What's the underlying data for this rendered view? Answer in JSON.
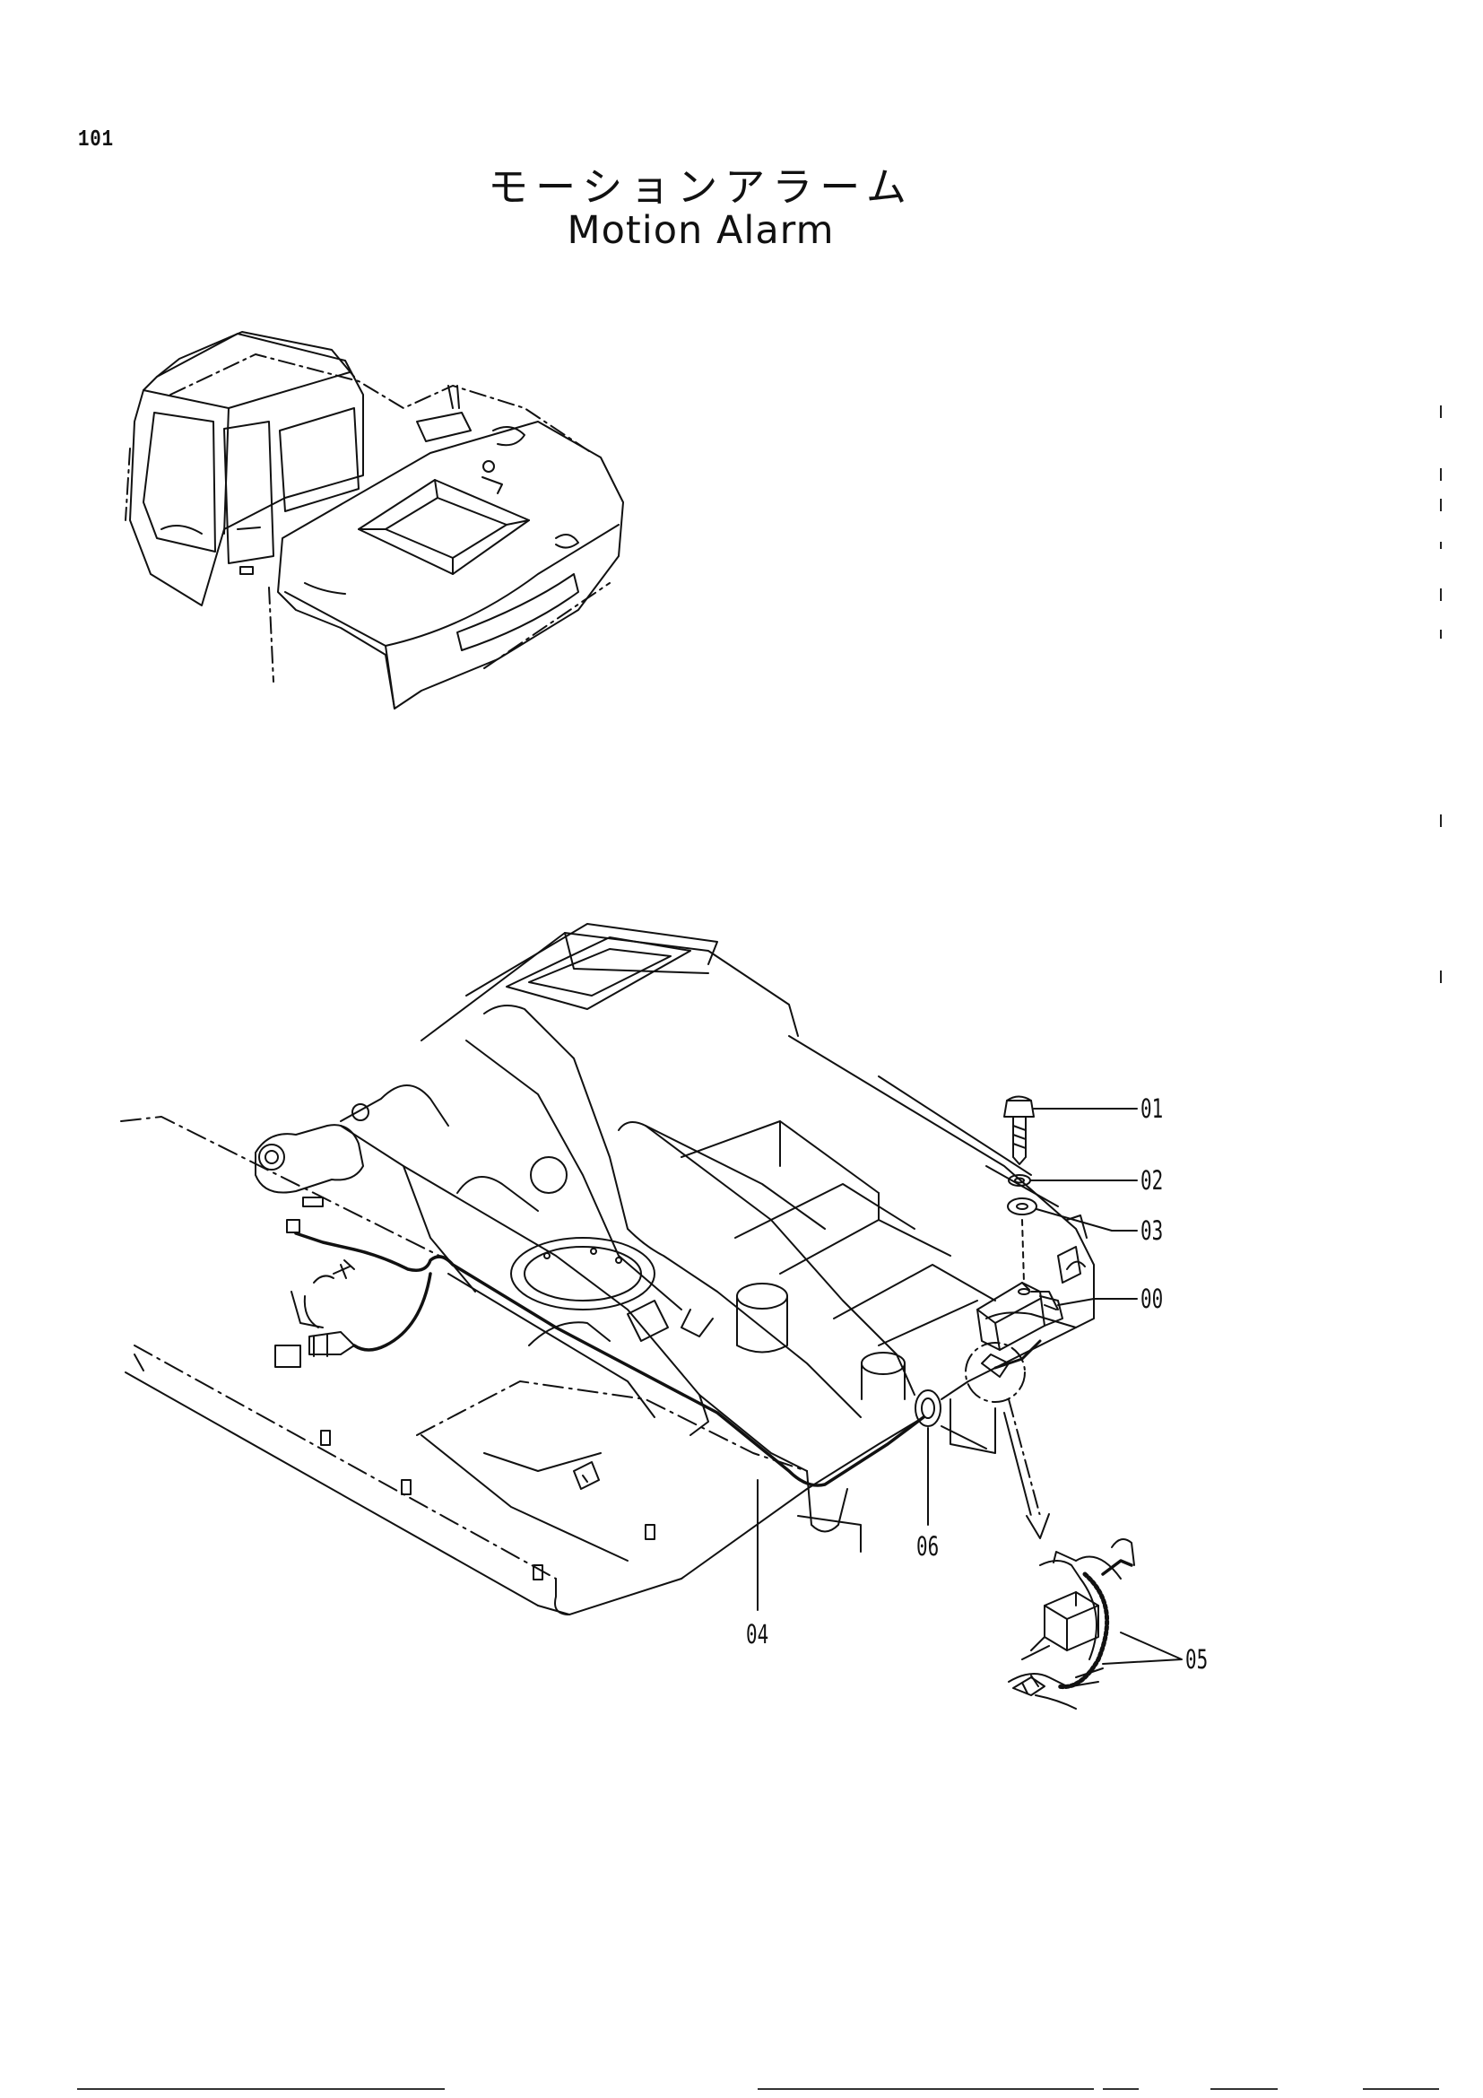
{
  "page": {
    "number": "101"
  },
  "title": {
    "japanese": "モーションアラーム",
    "english": "Motion Alarm"
  },
  "callouts": [
    {
      "id": "c01",
      "label": "01"
    },
    {
      "id": "c02",
      "label": "02"
    },
    {
      "id": "c03",
      "label": "03"
    },
    {
      "id": "c00",
      "label": "00"
    },
    {
      "id": "c06",
      "label": "06"
    },
    {
      "id": "c04",
      "label": "04"
    },
    {
      "id": "c05",
      "label": "05"
    }
  ]
}
